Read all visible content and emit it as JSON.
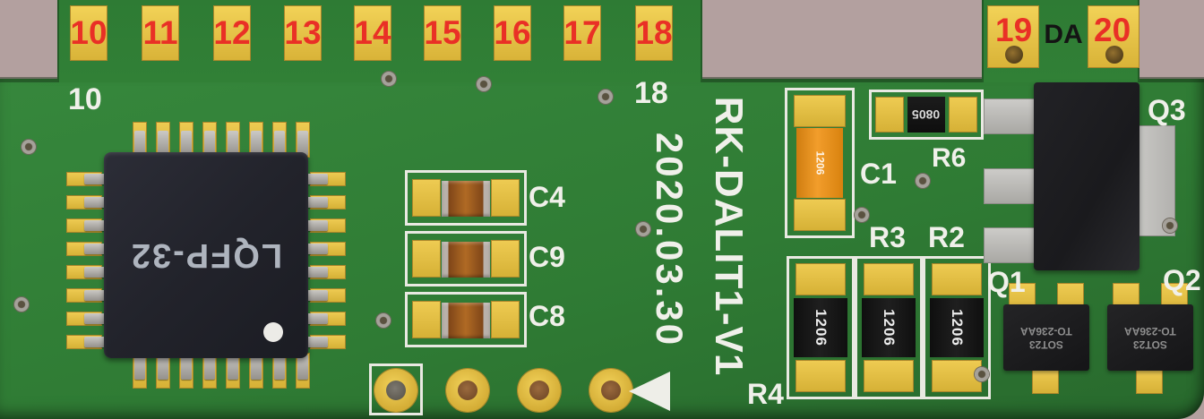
{
  "colors": {
    "background": "#b3a09f",
    "board_green": "#2f7d35",
    "pad_gold": "#e7c44a",
    "silkscreen_white": "#f0f0ea",
    "label_red": "#e93026",
    "chip_black": "#24252d",
    "capacitor_orange": "#e6891e"
  },
  "top_pads": {
    "labels": [
      "10",
      "11",
      "12",
      "13",
      "14",
      "15",
      "16",
      "17",
      "18"
    ]
  },
  "right_pads": {
    "labels": [
      "19",
      "20"
    ],
    "marking": "DA"
  },
  "silkscreen": {
    "pin10_marker": "10",
    "pin18_marker": "18",
    "date": "2020.03.30",
    "board_name": "RK-DALIT1-V1",
    "c4": "C4",
    "c9": "C9",
    "c8": "C8",
    "c1": "C1",
    "r6": "R6",
    "r3": "R3",
    "r2": "R2",
    "r4": "R4",
    "q1": "Q1",
    "q2": "Q2",
    "q3": "Q3"
  },
  "components": {
    "mcu_package": "LQFP-32",
    "c1_marking": "1206",
    "r6_marking": "0805",
    "resistor_marking": "1206",
    "sot_marking_line1": "SOT23",
    "sot_marking_line2": "TO-236AA"
  }
}
